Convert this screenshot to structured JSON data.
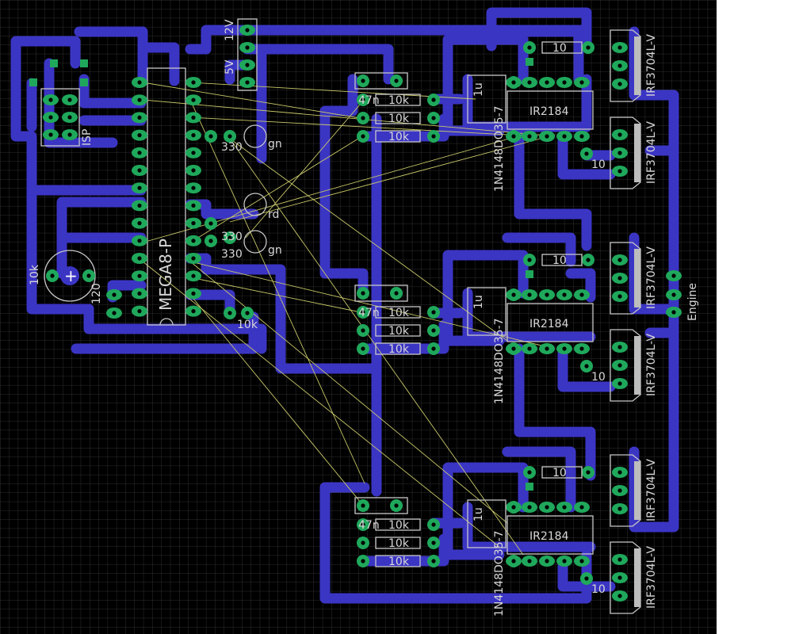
{
  "board": {
    "colors": {
      "background": "#000000",
      "grid": "#2e2e2e",
      "trace": "#3b35c4",
      "pad": "#1fa85b",
      "outline": "#c8c8c8",
      "airwire": "#c9c96a",
      "page_margin": "#ffffff"
    },
    "labels": {
      "v12": "12V",
      "v5": "5V",
      "isp": "ISP",
      "mcu": "MEGA8-P",
      "pot": "10k",
      "cap_120": "120",
      "r330_a": "330",
      "r330_b": "330",
      "r330_c": "330",
      "led_gn_a": "gn",
      "led_rd": "rd",
      "led_gn_b": "gn",
      "r10k_main": "10k",
      "engine": "Engine"
    },
    "bridges": [
      {
        "cap": "47n",
        "resistors": [
          "10k",
          "10k",
          "10k"
        ],
        "gate_r": "10",
        "low_r": "10",
        "driver": "IR2184",
        "diode": "1N4148DO35-7",
        "cap_1u": "1u",
        "mosfet_hi": "IRF3704L-V",
        "mosfet_lo": "IRF3704L-V"
      },
      {
        "cap": "47n",
        "resistors": [
          "10k",
          "10k",
          "10k"
        ],
        "gate_r": "10",
        "low_r": "10",
        "driver": "IR2184",
        "diode": "1N4148DO35-7",
        "cap_1u": "1u",
        "mosfet_hi": "IRF3704L-V",
        "mosfet_lo": "IRF3704L-V"
      },
      {
        "cap": "47n",
        "resistors": [
          "10k",
          "10k",
          "10k"
        ],
        "gate_r": "10",
        "low_r": "10",
        "driver": "IR2184",
        "diode": "1N4148DO35-7",
        "cap_1u": "1u",
        "mosfet_hi": "IRF3704L-V",
        "mosfet_lo": "IRF3704L-V"
      }
    ]
  }
}
